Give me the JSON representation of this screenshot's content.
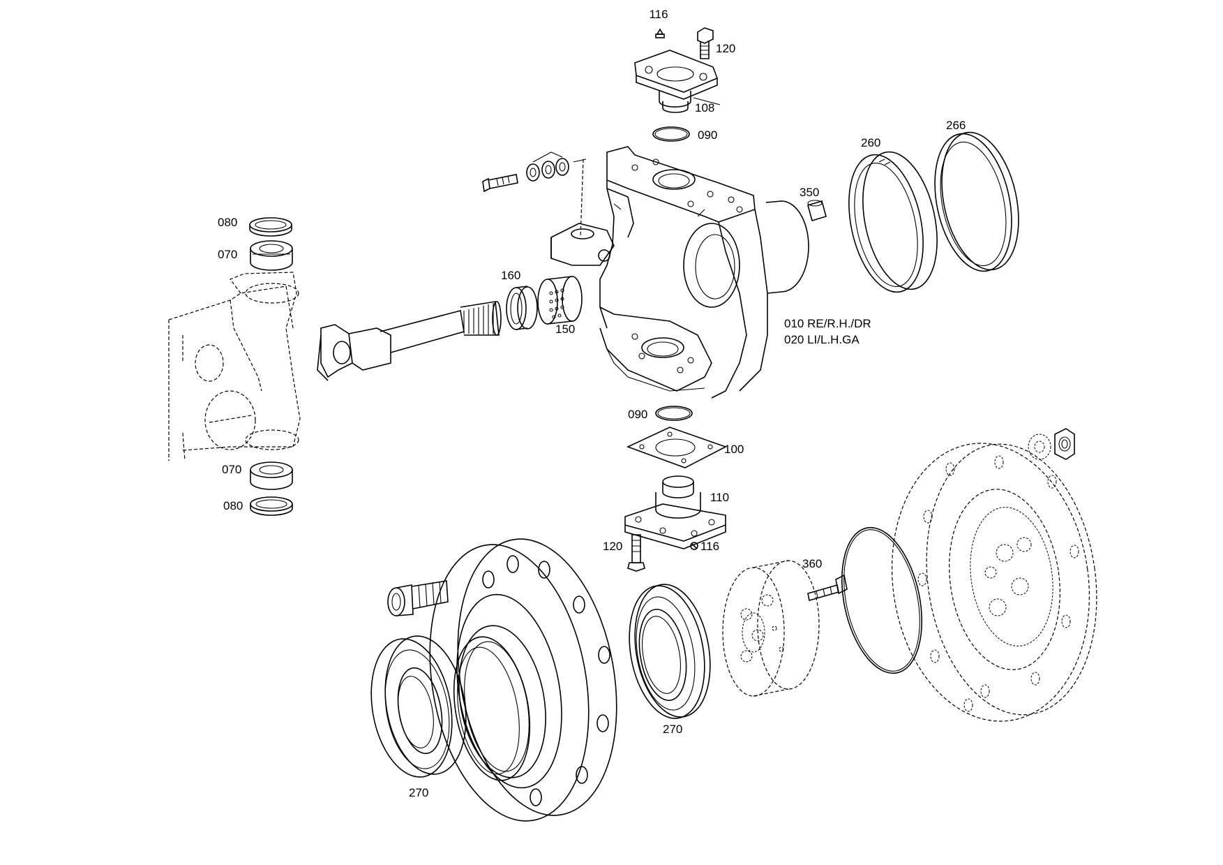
{
  "diagram": {
    "type": "exploded-parts-view",
    "labels": {
      "l116_top": "116",
      "l120_top": "120",
      "l108": "108",
      "l090_top": "090",
      "l266": "266",
      "l260": "260",
      "l350": "350",
      "l080_top": "080",
      "l070_top": "070",
      "l160": "160",
      "l150": "150",
      "l090_bot": "090",
      "l100": "100",
      "l110": "110",
      "l120_bot": "120",
      "l116_bot": "116",
      "l070_bot": "070",
      "l080_bot": "080",
      "l360": "360",
      "l270_left": "270",
      "l270_mid": "270"
    },
    "legend": {
      "line1": "010 RE/R.H./DR",
      "line2": "020 LI/L.H.GA"
    }
  }
}
